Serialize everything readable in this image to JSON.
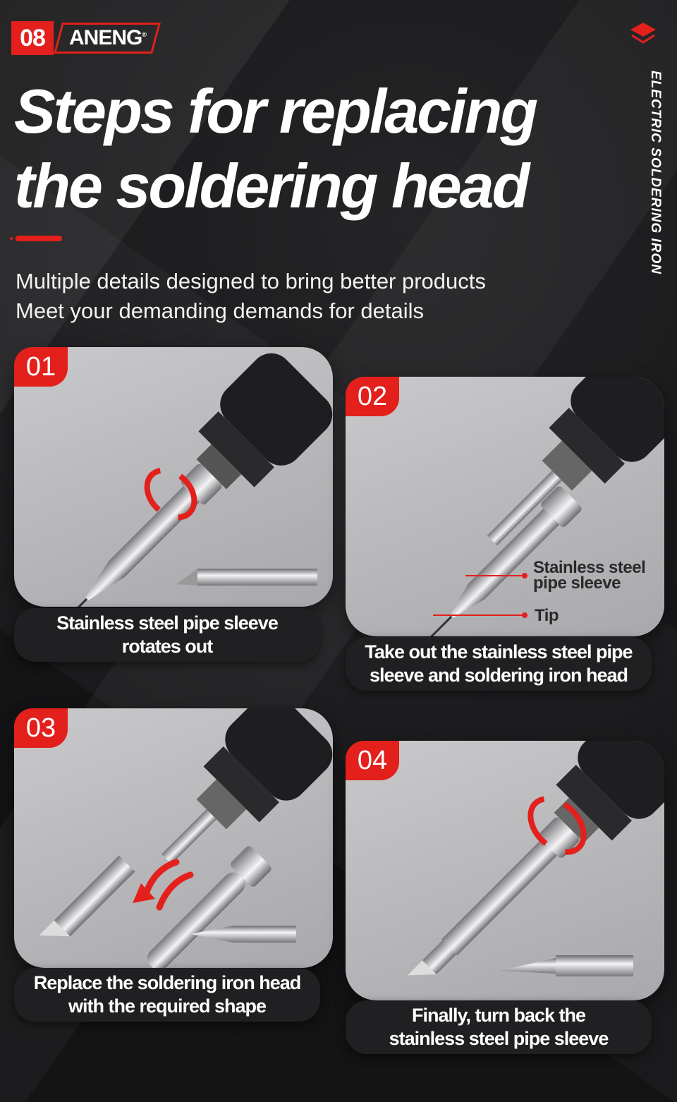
{
  "header": {
    "page_number": "08",
    "brand": "ANENG",
    "brand_mark": "®",
    "vertical_title": "ELECTRIC SOLDERING IRON",
    "layers_icon": "layers-icon"
  },
  "title": "Steps for replacing the soldering head",
  "subtitle": {
    "line1": "Multiple details designed to bring better products",
    "line2": "Meet your demanding demands for details"
  },
  "steps": [
    {
      "number": "01",
      "caption": "Stainless steel pipe sleeve rotates out"
    },
    {
      "number": "02",
      "caption": "Take out the stainless steel pipe sleeve and soldering iron head",
      "labels": {
        "sleeve": "Stainless steel pipe sleeve",
        "tip": "Tip"
      }
    },
    {
      "number": "03",
      "caption": "Replace the soldering iron head with the required shape"
    },
    {
      "number": "04",
      "caption": "Finally, turn back the stainless steel pipe sleeve"
    }
  ],
  "colors": {
    "accent": "#e3201b",
    "background": "#1c1c1e",
    "card": "#b9b9bc"
  }
}
